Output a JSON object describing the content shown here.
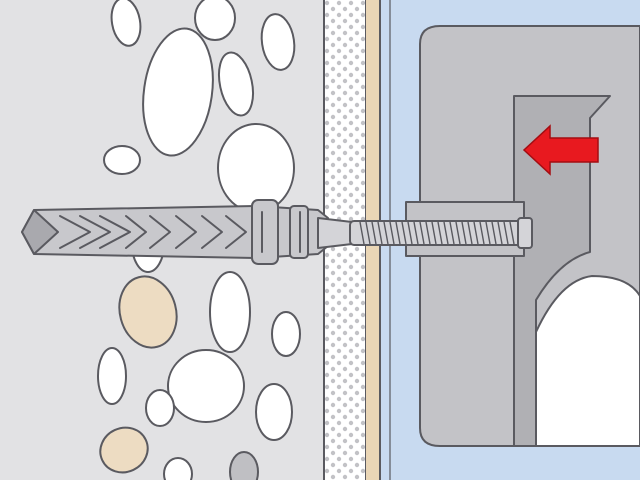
{
  "diagram": {
    "kind": "technical-illustration",
    "subject": "plug-anchor-fastening-through-plaster",
    "components": [
      "masonry-wall",
      "stones",
      "plaster-layer",
      "wall-plug",
      "threaded-screw",
      "mounting-bracket",
      "direction-arrow"
    ],
    "colors": {
      "masonry": "#e2e2e4",
      "stone_fill": "#ffffff",
      "stone_fill_tan": "#eddcc2",
      "stone_fill_gray": "#bfbfc3",
      "plaster": "#ffffff",
      "plaster_dots": "#c2c2c6",
      "render_band": "#ead6b6",
      "background_blue": "#c8daf0",
      "bracket": "#c3c3c7",
      "bracket_back": "#b0b0b4",
      "plug": "#c8c8cc",
      "screw": "#d4d4d8",
      "arrow": "#e8191f",
      "outline": "#5a5a60"
    },
    "arrow_direction": "left"
  }
}
